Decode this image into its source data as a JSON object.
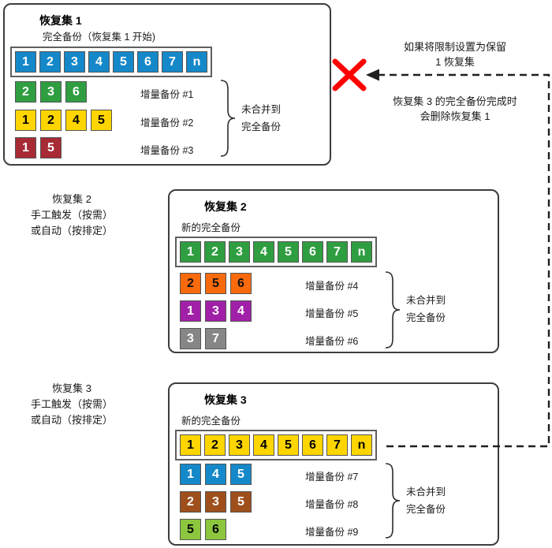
{
  "colors": {
    "blue": "#1588c9",
    "green": "#2f9e41",
    "yellow": "#ffd500",
    "dark_red": "#a62b35",
    "orange": "#f96a0d",
    "purple": "#a020a8",
    "gray": "#868686",
    "brown": "#9e4f1c",
    "light_green": "#8cc63e",
    "x_red": "#ff0000"
  },
  "boxes": [
    {
      "title": "恢复集 1",
      "subtitle": "完全备份（恢复集 1 开始)",
      "full_row": {
        "color": "blue",
        "cells": [
          "1",
          "2",
          "3",
          "4",
          "5",
          "6",
          "7",
          "n"
        ]
      },
      "inc_rows": [
        {
          "color": "green",
          "cells": [
            "2",
            "3",
            "6"
          ],
          "label": "增量备份 #1"
        },
        {
          "color": "yellow",
          "cells": [
            "1",
            "2",
            "4",
            "5"
          ],
          "label": "增量备份 #2"
        },
        {
          "color": "dark_red",
          "cells": [
            "1",
            "5"
          ],
          "label": "增量备份 #3"
        }
      ],
      "brace_label": [
        "未合并到",
        "完全备份"
      ]
    },
    {
      "title": "恢复集 2",
      "subtitle": "新的完全备份",
      "full_row": {
        "color": "green",
        "cells": [
          "1",
          "2",
          "3",
          "4",
          "5",
          "6",
          "7",
          "n"
        ]
      },
      "inc_rows": [
        {
          "color": "orange",
          "cells": [
            "2",
            "5",
            "6"
          ],
          "label": "增量备份 #4"
        },
        {
          "color": "purple",
          "cells": [
            "1",
            "3",
            "4"
          ],
          "label": "增量备份 #5"
        },
        {
          "color": "gray",
          "cells": [
            "3",
            "7"
          ],
          "label": "增量备份 #6"
        }
      ],
      "brace_label": [
        "未合并到",
        "完全备份"
      ]
    },
    {
      "title": "恢复集 3",
      "subtitle": "新的完全备份",
      "full_row": {
        "color": "yellow",
        "cells": [
          "1",
          "2",
          "3",
          "4",
          "5",
          "6",
          "7",
          "n"
        ]
      },
      "inc_rows": [
        {
          "color": "blue",
          "cells": [
            "1",
            "4",
            "5"
          ],
          "label": "增量备份 #7"
        },
        {
          "color": "brown",
          "cells": [
            "2",
            "3",
            "5"
          ],
          "label": "增量备份 #8"
        },
        {
          "color": "light_green",
          "cells": [
            "5",
            "6"
          ],
          "label": "增量备份 #9"
        }
      ],
      "brace_label": [
        "未合并到",
        "完全备份"
      ]
    }
  ],
  "side_labels": [
    {
      "title": "恢复集 2",
      "line1": "手工触发（按需）",
      "line2": "或自动（按排定）"
    },
    {
      "title": "恢复集 3",
      "line1": "手工触发（按需）",
      "line2": "或自动（按排定）"
    }
  ],
  "notes": {
    "limit": [
      "如果将限制设置为保留",
      "1 恢复集"
    ],
    "delete": [
      "恢复集 3 的完全备份完成时",
      "会删除恢复集 1"
    ]
  }
}
